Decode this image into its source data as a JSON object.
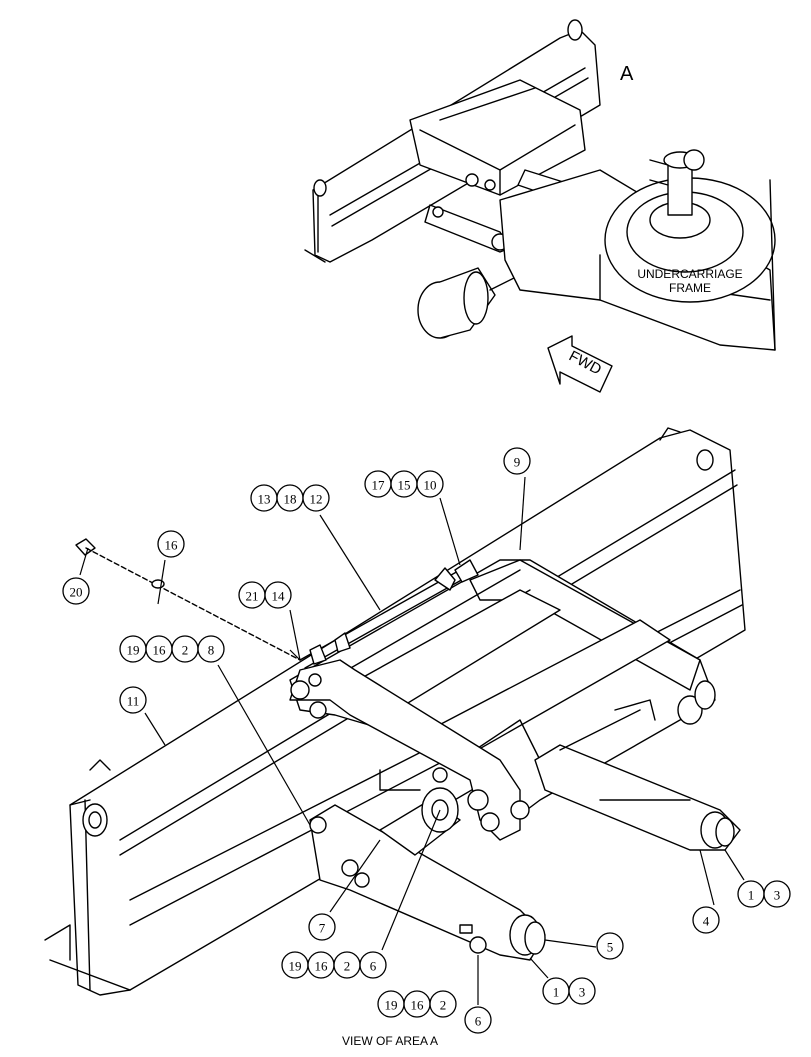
{
  "view_label": "A",
  "undercarriage_label_line1": "UNDERCARRIAGE",
  "undercarriage_label_line2": "FRAME",
  "fwd_label": "FWD",
  "caption": "VIEW OF AREA A",
  "callouts": [
    "1",
    "2",
    "3",
    "4",
    "5",
    "6",
    "7",
    "8",
    "9",
    "10",
    "11",
    "12",
    "13",
    "14",
    "15",
    "16",
    "17",
    "18",
    "19",
    "20",
    "21"
  ]
}
